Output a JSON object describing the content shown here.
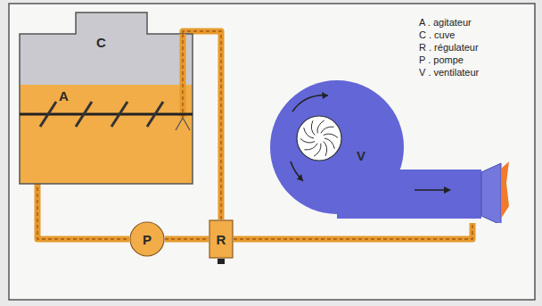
{
  "diagram": {
    "nodes": [
      {
        "text": [
          "C"
        ]
      },
      {
        "text": [
          "P"
        ]
      },
      {
        "text": [
          "R"
        ]
      },
      {
        "text": [
          "V"
        ]
      }
    ],
    "edges": [
      {
        "from": 0,
        "to": 1,
        "arrow": "none"
      },
      {
        "from": 1,
        "to": 2,
        "arrow": "none"
      },
      {
        "from": 2,
        "to": 0,
        "arrow": "none"
      },
      {
        "from": 2,
        "to": 3,
        "arrow": "none"
      }
    ],
    "labels": [
      "A",
      "A . agitateur",
      "C . cuve",
      "R . régulateur",
      "P . pompe",
      "V . ventilateur"
    ]
  }
}
